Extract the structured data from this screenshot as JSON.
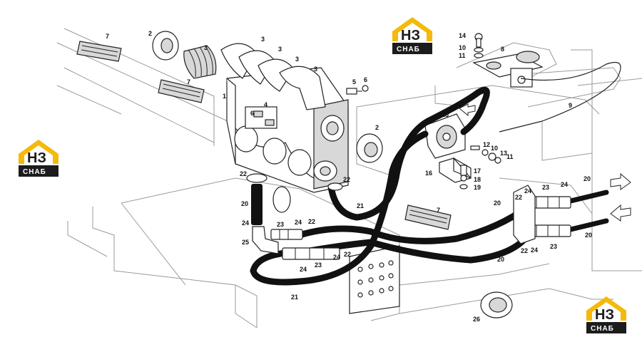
{
  "logo": {
    "top": "НЗ",
    "bottom": "СНАБ",
    "accent": "#f5b90a",
    "dark": "#1c1c1c"
  },
  "labels": {
    "l1": "1",
    "l2a": "2",
    "l2b": "2",
    "l3a": "3",
    "l3b": "3",
    "l3c": "3",
    "l3d": "3",
    "l3e": "3",
    "l4": "4",
    "l5": "5",
    "l6a": "6",
    "l6b": "6",
    "l7a": "7",
    "l7b": "7",
    "l7c": "7",
    "l8": "8",
    "l9": "9",
    "l10a": "10",
    "l10b": "10",
    "l11a": "11",
    "l11b": "11",
    "l12": "12",
    "l13": "13",
    "l14": "14",
    "l15": "15",
    "l16": "16",
    "l17": "17",
    "l18": "18",
    "l19": "19",
    "l20a": "20",
    "l20b": "20",
    "l20c": "20",
    "l20d": "20",
    "l20e": "20",
    "l21a": "21",
    "l21b": "21",
    "l22a": "22",
    "l22b": "22",
    "l22c": "22",
    "l22d": "22",
    "l22e": "22",
    "l22f": "22",
    "l23a": "23",
    "l23b": "23",
    "l23c": "23",
    "l23d": "23",
    "l24a": "24",
    "l24b": "24",
    "l24c": "24",
    "l24d": "24",
    "l24e": "24",
    "l24f": "24",
    "l24g": "24",
    "l25": "25",
    "l26": "26"
  }
}
